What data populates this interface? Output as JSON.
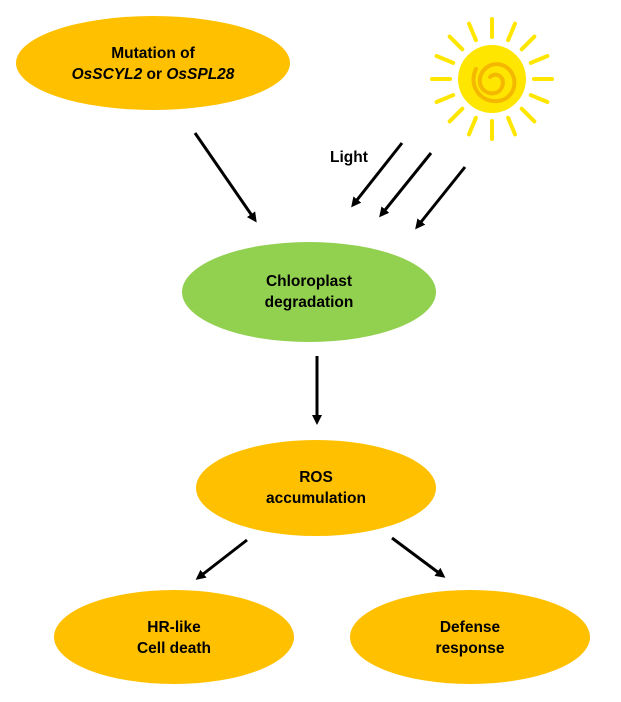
{
  "colors": {
    "orange": "#ffc000",
    "green": "#92d050",
    "sun_stroke": "#ffe600",
    "arrow": "#000000"
  },
  "nodes": {
    "mutation": {
      "line1": "Mutation of",
      "gene1": "OsSCYL2",
      "connector": " or ",
      "gene2": "OsSPL28"
    },
    "chloroplast": {
      "line1": "Chloroplast",
      "line2": "degradation"
    },
    "ros": {
      "line1": "ROS",
      "line2": "accumulation"
    },
    "hr": {
      "line1": "HR-like",
      "line2": "Cell death"
    },
    "defense": {
      "line1": "Defense",
      "line2": "response"
    }
  },
  "light_label": "Light",
  "icons": {
    "sun": "sun-icon"
  }
}
